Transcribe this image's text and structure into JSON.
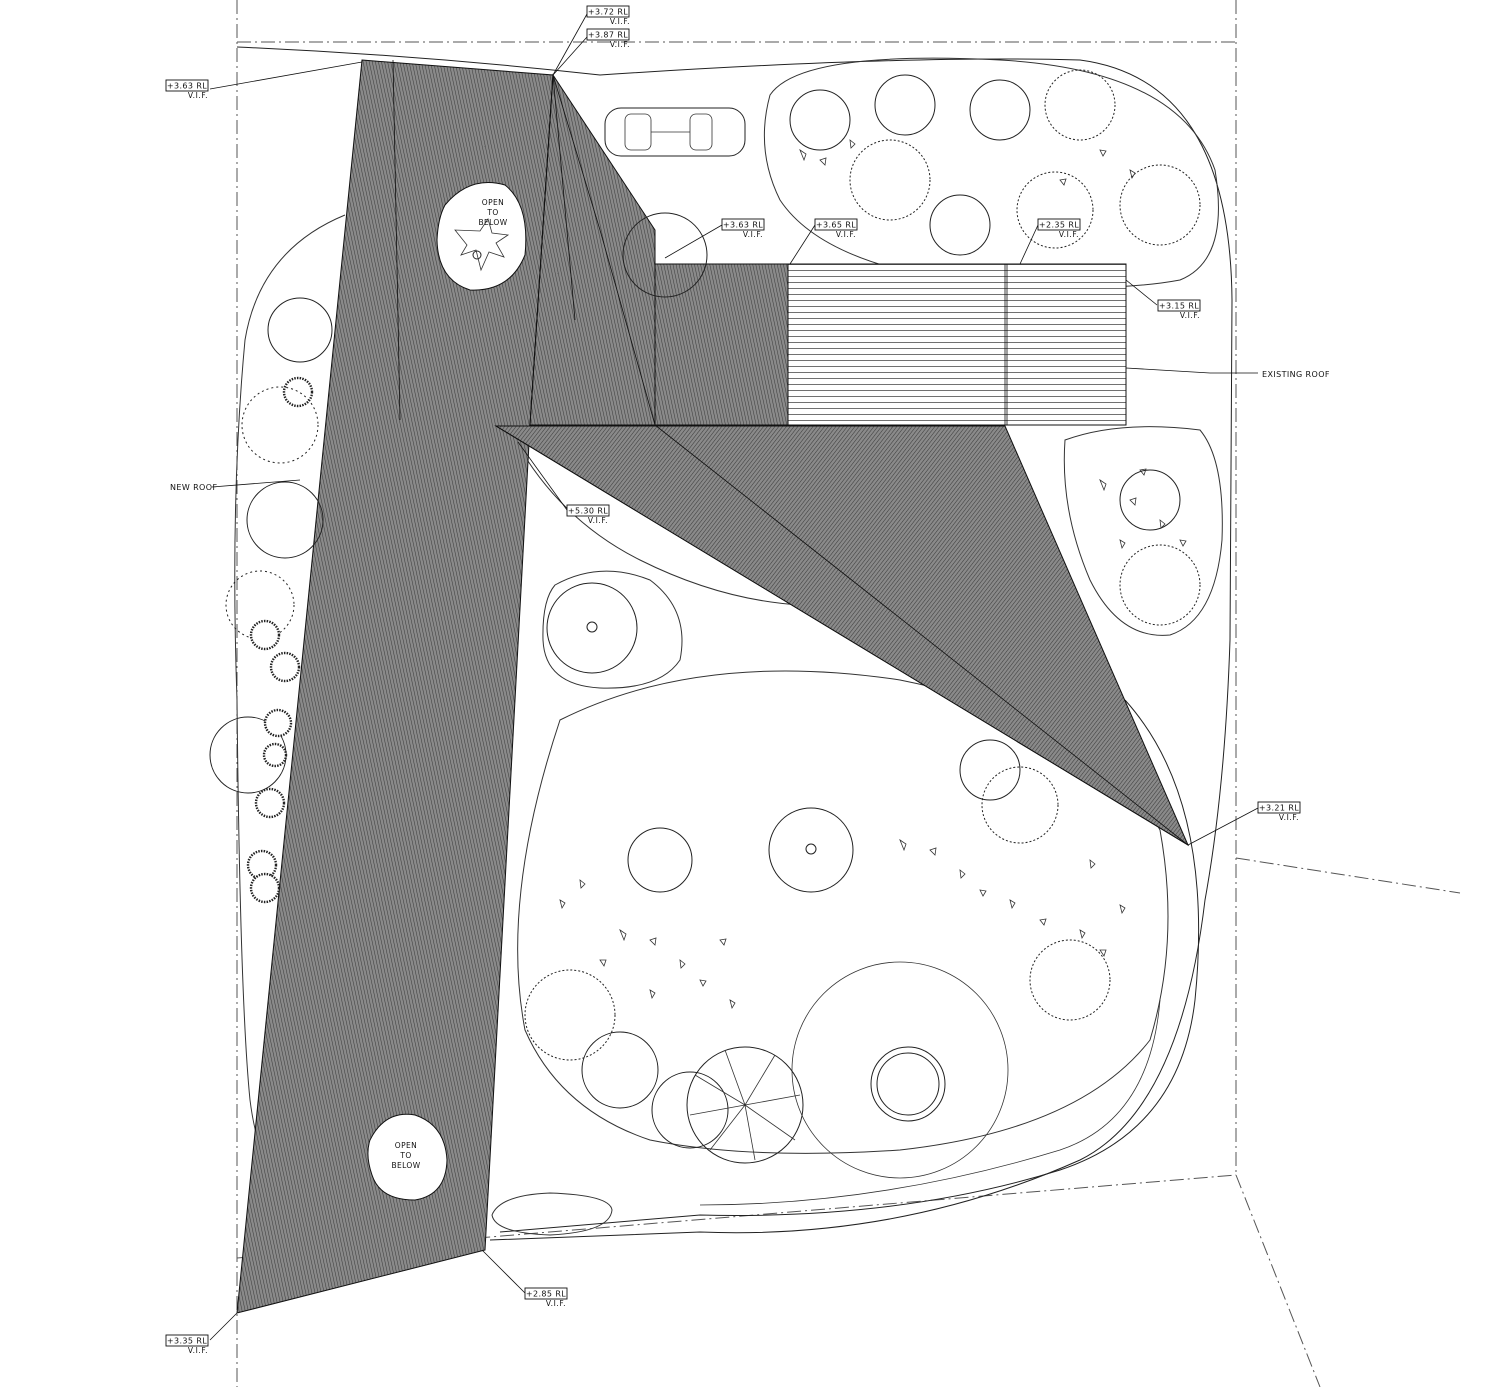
{
  "notes": {
    "new_roof": "NEW ROOF",
    "existing_roof": "EXISTING ROOF"
  },
  "openings": {
    "top": [
      "OPEN",
      "TO",
      "BELOW"
    ],
    "bottom": [
      "OPEN",
      "TO",
      "BELOW"
    ]
  },
  "levels": {
    "rl_372": "+3.72 RL",
    "rl_387": "+3.87 RL",
    "rl_363_top": "+3.63 RL",
    "rl_363_mid": "+3.63 RL",
    "rl_365": "+3.65 RL",
    "rl_235": "+2.35 RL",
    "rl_315": "+3.15 RL",
    "rl_530": "+5.30 RL",
    "rl_321": "+3.21 RL",
    "rl_285": "+2.85 RL",
    "rl_335": "+3.35 RL",
    "vif": "V.I.F."
  }
}
